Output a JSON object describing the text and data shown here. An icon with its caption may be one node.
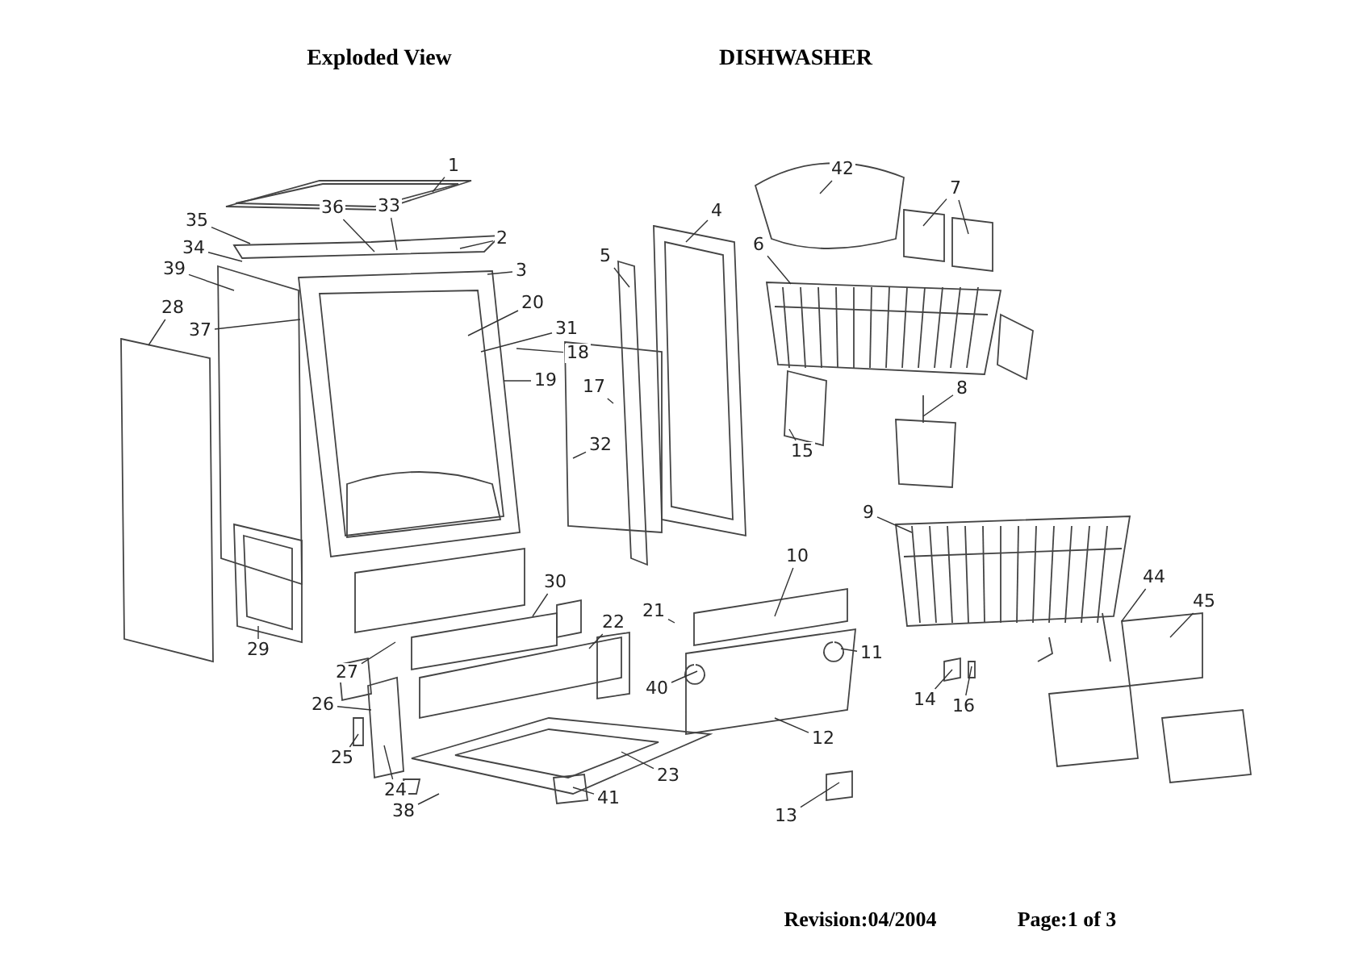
{
  "diagram": {
    "title": "DISHWASHER",
    "nodes": [
      {
        "text": [
          "1"
        ]
      },
      {
        "text": [
          "42"
        ]
      },
      {
        "text": [
          "7"
        ]
      },
      {
        "text": [
          "36"
        ]
      },
      {
        "text": [
          "33"
        ]
      },
      {
        "text": [
          "4"
        ]
      },
      {
        "text": [
          "35"
        ]
      },
      {
        "text": [
          "2"
        ]
      },
      {
        "text": [
          "6"
        ]
      },
      {
        "text": [
          "34"
        ]
      },
      {
        "text": [
          "5"
        ]
      },
      {
        "text": [
          "3"
        ]
      },
      {
        "text": [
          "39"
        ]
      },
      {
        "text": [
          "20"
        ]
      },
      {
        "text": [
          "28"
        ]
      },
      {
        "text": [
          "31"
        ]
      },
      {
        "text": [
          "37"
        ]
      },
      {
        "text": [
          "18"
        ]
      },
      {
        "text": [
          "19"
        ]
      },
      {
        "text": [
          "17"
        ]
      },
      {
        "text": [
          "8"
        ]
      },
      {
        "text": [
          "32"
        ]
      },
      {
        "text": [
          "15"
        ]
      },
      {
        "text": [
          "9"
        ]
      },
      {
        "text": [
          "10"
        ]
      },
      {
        "text": [
          "44"
        ]
      },
      {
        "text": [
          "30"
        ]
      },
      {
        "text": [
          "45"
        ]
      },
      {
        "text": [
          "21"
        ]
      },
      {
        "text": [
          "22"
        ]
      },
      {
        "text": [
          "29"
        ]
      },
      {
        "text": [
          "11"
        ]
      },
      {
        "text": [
          "27"
        ]
      },
      {
        "text": [
          "40"
        ]
      },
      {
        "text": [
          "14"
        ]
      },
      {
        "text": [
          "26"
        ]
      },
      {
        "text": [
          "16"
        ]
      },
      {
        "text": [
          "12"
        ]
      },
      {
        "text": [
          "25"
        ]
      },
      {
        "text": [
          "23"
        ]
      },
      {
        "text": [
          "24"
        ]
      },
      {
        "text": [
          "41"
        ]
      },
      {
        "text": [
          "38"
        ]
      },
      {
        "text": [
          "13"
        ]
      }
    ],
    "edges": [
      {
        "from": 0,
        "to": null,
        "arrow": "none"
      },
      {
        "from": 1,
        "to": null,
        "arrow": "none"
      },
      {
        "from": 2,
        "to": null,
        "arrow": "none"
      },
      {
        "from": 2,
        "to": null,
        "arrow": "none"
      },
      {
        "from": 3,
        "to": null,
        "arrow": "none"
      },
      {
        "from": 4,
        "to": null,
        "arrow": "none"
      },
      {
        "from": 5,
        "to": null,
        "arrow": "none"
      },
      {
        "from": 6,
        "to": null,
        "arrow": "none"
      },
      {
        "from": 7,
        "to": null,
        "arrow": "none"
      },
      {
        "from": 8,
        "to": null,
        "arrow": "none"
      },
      {
        "from": 9,
        "to": null,
        "arrow": "none"
      },
      {
        "from": 10,
        "to": null,
        "arrow": "none"
      },
      {
        "from": 11,
        "to": null,
        "arrow": "none"
      },
      {
        "from": 12,
        "to": null,
        "arrow": "none"
      },
      {
        "from": 13,
        "to": null,
        "arrow": "none"
      },
      {
        "from": 14,
        "to": null,
        "arrow": "none"
      },
      {
        "from": 15,
        "to": null,
        "arrow": "none"
      },
      {
        "from": 16,
        "to": null,
        "arrow": "none"
      },
      {
        "from": 17,
        "to": null,
        "arrow": "none"
      },
      {
        "from": 18,
        "to": null,
        "arrow": "none"
      },
      {
        "from": 19,
        "to": null,
        "arrow": "none"
      },
      {
        "from": 20,
        "to": null,
        "arrow": "none"
      },
      {
        "from": 21,
        "to": null,
        "arrow": "none"
      },
      {
        "from": 22,
        "to": null,
        "arrow": "none"
      },
      {
        "from": 23,
        "to": null,
        "arrow": "none"
      },
      {
        "from": 24,
        "to": null,
        "arrow": "none"
      },
      {
        "from": 25,
        "to": null,
        "arrow": "none"
      },
      {
        "from": 26,
        "to": null,
        "arrow": "none"
      },
      {
        "from": 27,
        "to": null,
        "arrow": "none"
      },
      {
        "from": 28,
        "to": null,
        "arrow": "none"
      },
      {
        "from": 29,
        "to": null,
        "arrow": "none"
      },
      {
        "from": 30,
        "to": null,
        "arrow": "none"
      },
      {
        "from": 31,
        "to": null,
        "arrow": "none"
      },
      {
        "from": 32,
        "to": null,
        "arrow": "none"
      },
      {
        "from": 33,
        "to": null,
        "arrow": "none"
      },
      {
        "from": 34,
        "to": null,
        "arrow": "none"
      },
      {
        "from": 35,
        "to": null,
        "arrow": "none"
      },
      {
        "from": 36,
        "to": null,
        "arrow": "none"
      },
      {
        "from": 37,
        "to": null,
        "arrow": "none"
      },
      {
        "from": 38,
        "to": null,
        "arrow": "none"
      },
      {
        "from": 39,
        "to": null,
        "arrow": "none"
      },
      {
        "from": 40,
        "to": null,
        "arrow": "none"
      },
      {
        "from": 41,
        "to": null,
        "arrow": "none"
      },
      {
        "from": 42,
        "to": null,
        "arrow": "none"
      },
      {
        "from": 43,
        "to": null,
        "arrow": "none"
      }
    ],
    "labels": [
      "Exploded View",
      "Revision:04/2004",
      "Page:1 of 3"
    ]
  }
}
